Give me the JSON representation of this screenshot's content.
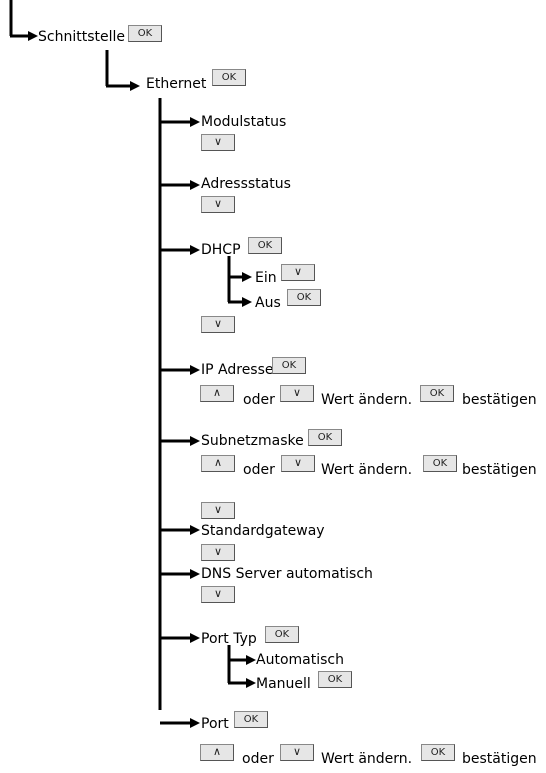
{
  "keys": {
    "ok": "OK",
    "down": "∨",
    "up": "∧"
  },
  "menu": {
    "schnittstelle": "Schnittstelle",
    "ethernet": "Ethernet",
    "modulstatus": "Modulstatus",
    "adressstatus": "Adressstatus",
    "dhcp": "DHCP",
    "dhcp_ein": "Ein",
    "dhcp_aus": "Aus",
    "ip_adresse": "IP Adresse",
    "subnetzmaske": "Subnetzmaske",
    "standardgateway": "Standardgateway",
    "dns_server": "DNS Server automatisch",
    "port_typ": "Port Typ",
    "port_typ_auto": "Automatisch",
    "port_typ_manuell": "Manuell",
    "port": "Port"
  },
  "instruction": {
    "oder": "oder",
    "wert_aendern": "Wert ändern.",
    "bestaetigen": "bestätigen"
  }
}
